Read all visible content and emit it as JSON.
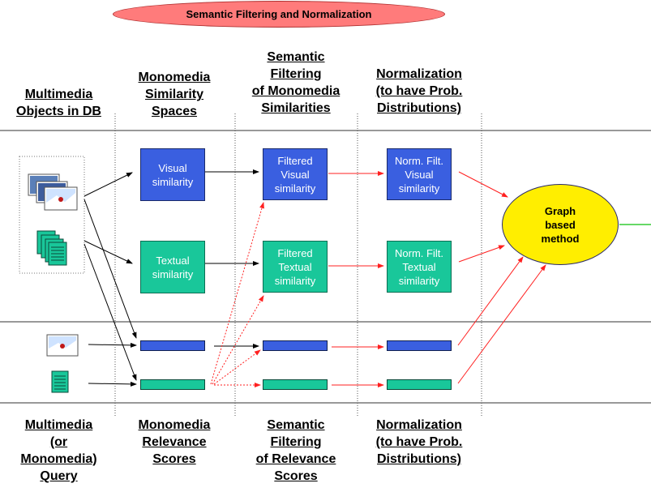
{
  "title": "Semantic Filtering and Normalization",
  "top_headers": {
    "objects": [
      "Multimedia",
      "Objects in DB"
    ],
    "spaces": [
      "Monomedia",
      "Similarity",
      "Spaces"
    ],
    "semantic": [
      "Semantic",
      "Filtering",
      "of Monomedia",
      "Similarities"
    ],
    "normalization": [
      "Normalization",
      "(to have Prob.",
      "Distributions)"
    ]
  },
  "bottom_headers": {
    "query": [
      "Multimedia",
      "(or",
      "Monomedia)",
      "Query"
    ],
    "relevance": [
      "Monomedia",
      "Relevance",
      "Scores"
    ],
    "semantic": [
      "Semantic",
      "Filtering",
      "of Relevance",
      "Scores"
    ],
    "normalization": [
      "Normalization",
      "(to have Prob.",
      "Distributions)"
    ]
  },
  "boxes": {
    "visual": [
      "Visual",
      "similarity"
    ],
    "textual": [
      "Textual",
      "similarity"
    ],
    "filtered_visual": [
      "Filtered",
      "Visual",
      "similarity"
    ],
    "filtered_textual": [
      "Filtered",
      "Textual",
      "similarity"
    ],
    "norm_visual": [
      "Norm. Filt.",
      "Visual",
      "similarity"
    ],
    "norm_textual": [
      "Norm. Filt.",
      "Textual",
      "similarity"
    ]
  },
  "graph_method": [
    "Graph",
    "based",
    "method"
  ],
  "colors": {
    "visual": "#3a5fe0",
    "textual": "#19c79a",
    "title_ellipse": "#ff7b7b",
    "graph": "#ffee00",
    "red_arrow": "#ff2020",
    "output_line": "#33cc33"
  }
}
